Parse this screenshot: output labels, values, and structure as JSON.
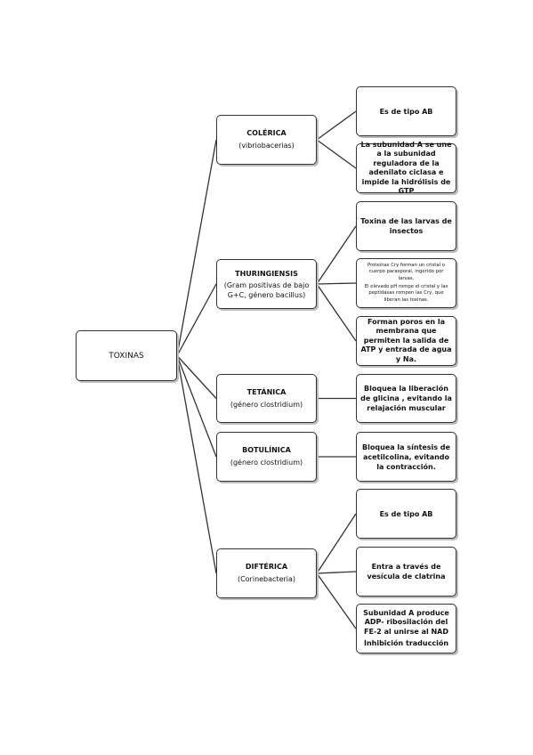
{
  "root": {
    "label": "TOXINAS"
  },
  "categories": [
    {
      "name": "COLÉRICA",
      "sub": "(vibriobacerias)"
    },
    {
      "name": "THURINGIENSIS",
      "sub": "(Gram positivas de bajo G+C, género bacillus)"
    },
    {
      "name": "TETÁNICA",
      "sub": "(género clostridium)"
    },
    {
      "name": "BOTULÍNICA",
      "sub": "(género clostridium)"
    },
    {
      "name": "DIFTÉRICA",
      "sub": "(Corinebacteria)"
    }
  ],
  "leaves": {
    "colerica": [
      {
        "text": "Es de tipo AB"
      },
      {
        "text": "La subunidad A se une a la subunidad reguladora de la adenilato ciclasa e impide la hidrólisis de GTP"
      }
    ],
    "thuringiensis": [
      {
        "text": "Toxina de las larvas de insectos"
      },
      {
        "line1": "Proteínas Cry forman un cristal o cuerpo parasporal, ingerido por larvas.",
        "line2": "El elevado pH rompe el cristal y las peptidasas rompen las Cry, que liberan las toxinas."
      },
      {
        "text": "Forman poros en la membrana que permiten la salida de ATP y entrada de agua y Na."
      }
    ],
    "tetanica": [
      {
        "text": "Bloquea la liberación de glicina , evitando la relajación muscular"
      }
    ],
    "botulinica": [
      {
        "text": "Bloquea la síntesis de acetilcolina, evitando la contracción."
      }
    ],
    "difterica": [
      {
        "text": "Es de tipo AB"
      },
      {
        "text": "Entra a través de vesícula de clatrina"
      },
      {
        "line1": "Subunidad A produce ADP- ribosilación del FE-2 al unirse al NAD",
        "line2": "Inhibición traducción"
      }
    ]
  }
}
